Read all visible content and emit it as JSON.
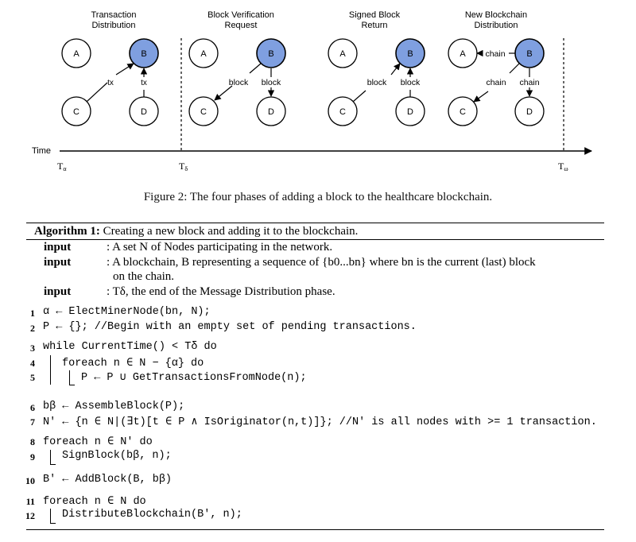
{
  "diagram": {
    "phases": [
      {
        "title_line1": "Transaction",
        "title_line2": "Distribution",
        "labels": [
          "tx",
          "tx"
        ]
      },
      {
        "title_line1": "Block Verification",
        "title_line2": "Request",
        "labels": [
          "block",
          "block"
        ]
      },
      {
        "title_line1": "Signed Block",
        "title_line2": "Return",
        "labels": [
          "block",
          "block"
        ]
      },
      {
        "title_line1": "New Blockchain",
        "title_line2": "Distribution",
        "labels": [
          "chain",
          "chain",
          "chain"
        ]
      }
    ],
    "nodes": [
      "A",
      "B",
      "C",
      "D"
    ],
    "time_label": "Time",
    "t_alpha": "T",
    "t_alpha_sub": "α",
    "t_delta": "T",
    "t_delta_sub": "δ",
    "t_omega": "T",
    "t_omega_sub": "ω",
    "colors": {
      "highlight_node": "#7f9fe0",
      "line": "#000000"
    }
  },
  "caption": "Figure 2: The four phases of adding a block to the healthcare blockchain.",
  "algorithm": {
    "label": "Algorithm 1:",
    "title": "Creating a new block and adding it to the blockchain.",
    "inputs": [
      {
        "keyword": "input",
        "text": ": A set N of Nodes participating in the network."
      },
      {
        "keyword": "input",
        "text": ": A blockchain, B representing a sequence of {b0...bn} where bn is the current (last) block"
      },
      {
        "keyword": "",
        "text": "on the chain."
      },
      {
        "keyword": "input",
        "text": ": Tδ, the end of the Message Distribution phase."
      }
    ],
    "line_numbers": [
      "1",
      "2",
      "3",
      "4",
      "5",
      "6",
      "7",
      "8",
      "9",
      "10",
      "11",
      "12"
    ],
    "lines": {
      "l1": "α ← ElectMinerNode(bn, N);",
      "l2": "P ← {};  //Begin with an empty set of pending transactions.",
      "l3": "while CurrentTime() < Tδ do",
      "l4": "foreach n ∈ N − {α} do",
      "l5": "P ← P ∪ GetTransactionsFromNode(n);",
      "l6": "bβ ← AssembleBlock(P);",
      "l7": "N′ ← {n ∈ N|(∃t)[t ∈ P ∧ IsOriginator(n,t)]}; //N′ is all nodes with >= 1 transaction.",
      "l8": "foreach n ∈ N′ do",
      "l9": "SignBlock(bβ, n);",
      "l10": "B′ ← AddBlock(B, bβ)",
      "l11": "foreach n ∈ N do",
      "l12": "DistributeBlockchain(B′, n);"
    }
  }
}
